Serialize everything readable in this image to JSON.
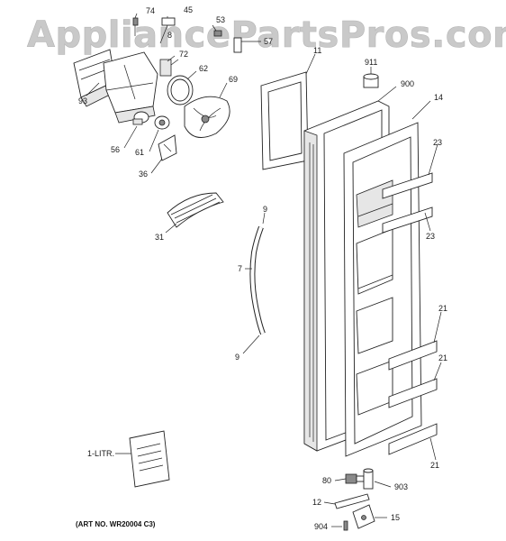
{
  "watermark": "AppliancePartsPros.com",
  "art_number": "(ART NO. WR20004 C3)",
  "part_labels": [
    {
      "id": "74",
      "text": "74"
    },
    {
      "id": "45",
      "text": "45"
    },
    {
      "id": "53",
      "text": "53"
    },
    {
      "id": "8",
      "text": "8"
    },
    {
      "id": "57",
      "text": "57"
    },
    {
      "id": "72",
      "text": "72"
    },
    {
      "id": "93",
      "text": "93"
    },
    {
      "id": "62",
      "text": "62"
    },
    {
      "id": "69",
      "text": "69"
    },
    {
      "id": "56",
      "text": "56"
    },
    {
      "id": "61",
      "text": "61"
    },
    {
      "id": "36",
      "text": "36"
    },
    {
      "id": "11",
      "text": "11"
    },
    {
      "id": "911",
      "text": "911"
    },
    {
      "id": "900",
      "text": "900"
    },
    {
      "id": "14",
      "text": "14"
    },
    {
      "id": "23a",
      "text": "23"
    },
    {
      "id": "23b",
      "text": "23"
    },
    {
      "id": "9a",
      "text": "9"
    },
    {
      "id": "31",
      "text": "31"
    },
    {
      "id": "7",
      "text": "7"
    },
    {
      "id": "9b",
      "text": "9"
    },
    {
      "id": "21a",
      "text": "21"
    },
    {
      "id": "21b",
      "text": "21"
    },
    {
      "id": "21c",
      "text": "21"
    },
    {
      "id": "1litr",
      "text": "1-LITR."
    },
    {
      "id": "80",
      "text": "80"
    },
    {
      "id": "903",
      "text": "903"
    },
    {
      "id": "12",
      "text": "12"
    },
    {
      "id": "15",
      "text": "15"
    },
    {
      "id": "904",
      "text": "904"
    }
  ]
}
